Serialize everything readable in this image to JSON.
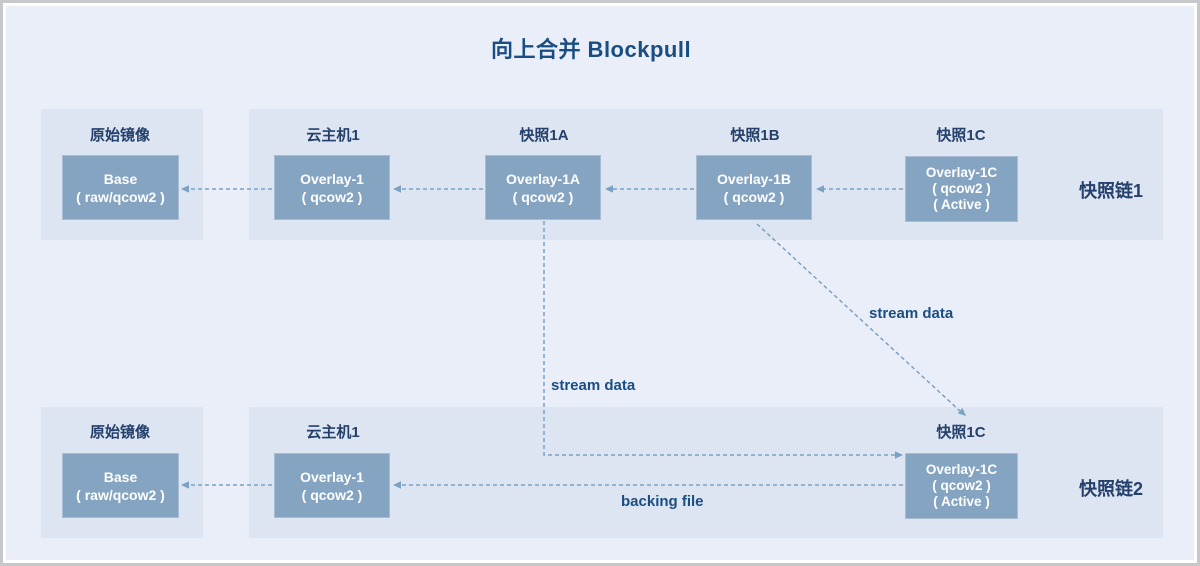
{
  "title": "向上合并 Blockpull",
  "colors": {
    "canvas": "#e9eef8",
    "panel": "#dce5f1",
    "box_fill": "#84a4c2",
    "box_border": "#a8bdd4",
    "box_text": "#ffffff",
    "navy_text": "#24406b",
    "title_text": "#1a4e82",
    "arrow": "#7ba1c5"
  },
  "chain1": {
    "label": "快照链1",
    "origin_title": "原始镜像",
    "origin_box": {
      "l1": "Base",
      "l2": "( raw/qcow2 )"
    },
    "host_title": "云主机1",
    "host_box": {
      "l1": "Overlay-1",
      "l2": "( qcow2 )"
    },
    "snap_a_title": "快照1A",
    "snap_a_box": {
      "l1": "Overlay-1A",
      "l2": "( qcow2 )"
    },
    "snap_b_title": "快照1B",
    "snap_b_box": {
      "l1": "Overlay-1B",
      "l2": "( qcow2 )"
    },
    "snap_c_title": "快照1C",
    "snap_c_box": {
      "l1": "Overlay-1C",
      "l2": "( qcow2 )",
      "l3": "( Active )"
    }
  },
  "chain2": {
    "label": "快照链2",
    "origin_title": "原始镜像",
    "origin_box": {
      "l1": "Base",
      "l2": "( raw/qcow2 )"
    },
    "host_title": "云主机1",
    "host_box": {
      "l1": "Overlay-1",
      "l2": "( qcow2 )"
    },
    "snap_c_title": "快照1C",
    "snap_c_box": {
      "l1": "Overlay-1C",
      "l2": "( qcow2 )",
      "l3": "( Active )"
    }
  },
  "edge_labels": {
    "stream_data_top": "stream data",
    "stream_data_bottom": "stream data",
    "backing_file": "backing file"
  }
}
